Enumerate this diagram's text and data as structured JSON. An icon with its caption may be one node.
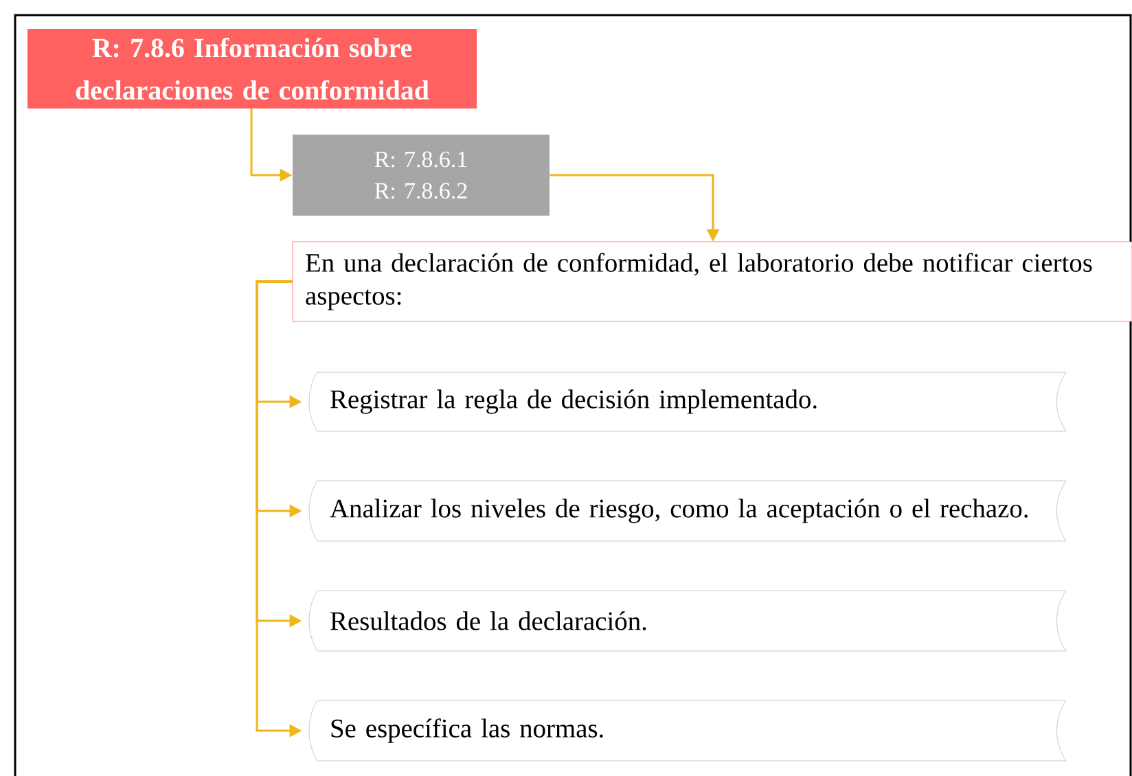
{
  "diagram": {
    "nodes": [
      {
        "text": [
          "R: 7.8.6 Información sobre declaraciones de conformidad"
        ]
      },
      {
        "text": [
          "R: 7.8.6.1",
          "R: 7.8.6.2"
        ]
      },
      {
        "text": [
          "En una declaración de conformidad, el laboratorio debe notificar ciertos aspectos:"
        ]
      },
      {
        "text": [
          "Registrar la regla de decisión implementado."
        ]
      },
      {
        "text": [
          "Analizar los niveles de riesgo, como la aceptación o el rechazo."
        ]
      },
      {
        "text": [
          "Resultados de la declaración."
        ]
      },
      {
        "text": [
          "Se específica las normas."
        ]
      }
    ],
    "edges": [
      {
        "from": 0,
        "to": 1,
        "arrow": "to"
      },
      {
        "from": 1,
        "to": 2,
        "arrow": "to"
      },
      {
        "from": 2,
        "to": 3,
        "arrow": "to"
      },
      {
        "from": 2,
        "to": 4,
        "arrow": "to"
      },
      {
        "from": 2,
        "to": 5,
        "arrow": "to"
      },
      {
        "from": 2,
        "to": 6,
        "arrow": "to"
      }
    ]
  }
}
